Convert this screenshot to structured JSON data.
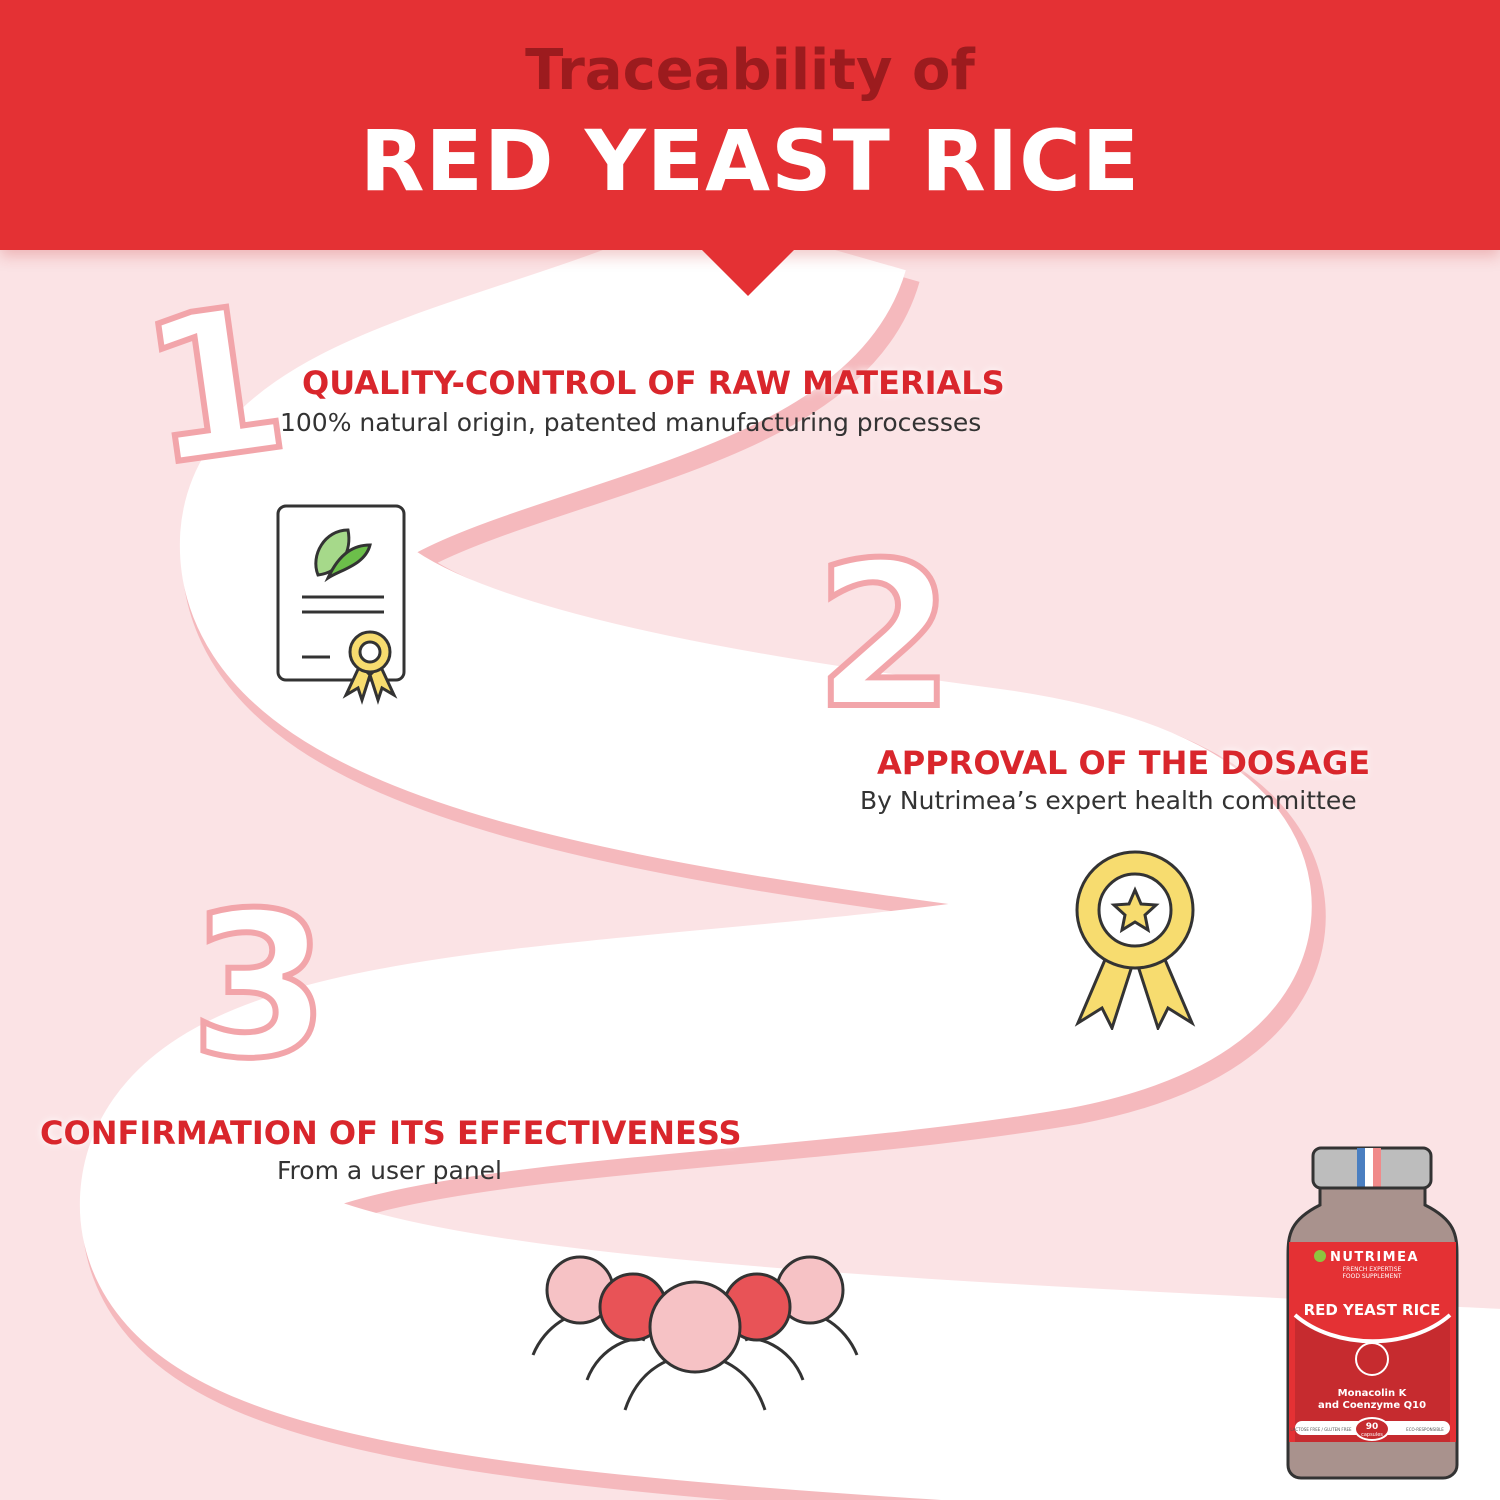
{
  "header": {
    "subtitle": "Traceability of",
    "title": "RED YEAST RICE"
  },
  "steps": [
    {
      "number": "1",
      "title": "QUALITY-CONTROL OF RAW MATERIALS",
      "description": "100% natural origin, patented manufacturing processes",
      "icon": "certificate-icon"
    },
    {
      "number": "2",
      "title": "APPROVAL OF THE DOSAGE",
      "description": "By Nutrimea’s expert health committee",
      "icon": "award-medal-icon"
    },
    {
      "number": "3",
      "title": "CONFIRMATION OF ITS EFFECTIVENESS",
      "description": "From a user panel",
      "icon": "user-panel-icon"
    }
  ],
  "product": {
    "brand": "NUTRIMEA",
    "tagline1": "FRENCH EXPERTISE",
    "tagline2": "FOOD SUPPLEMENT",
    "name": "RED YEAST RICE",
    "ingredients1": "Monacolin K",
    "ingredients2": "and Coenzyme Q10",
    "left_badge": "LACTOSE FREE / GLUTEN FREE",
    "count": "90",
    "count_unit": "capsules",
    "right_badge": "ECO-RESPONSIBLE"
  },
  "colors": {
    "brand_red": "#e43134",
    "dark_red": "#9c1b1e",
    "background_pink": "#fbe3e5",
    "road": "#ffffff",
    "accent_yellow": "#f7dc6f"
  }
}
